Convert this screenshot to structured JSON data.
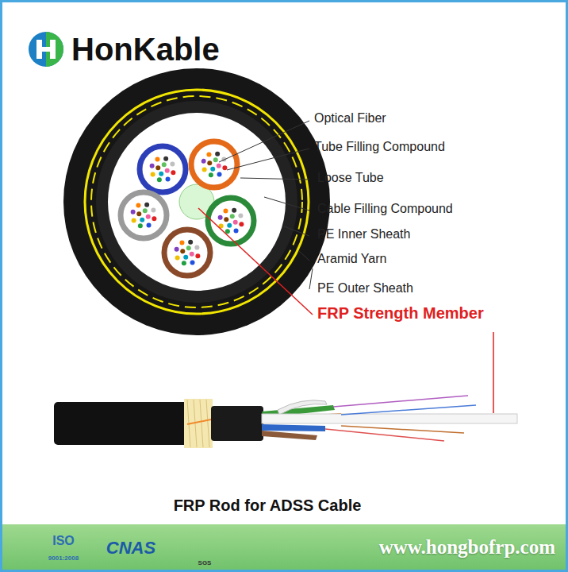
{
  "diagram": {
    "caption": "FRP Rod for ADSS Cable",
    "nodes": [
      {
        "text": [
          "www.hongbofrp.com"
        ]
      }
    ],
    "labels": [
      "HonKable",
      "Optical Fiber",
      "Tube Filling Compound",
      "Loose Tube",
      "Cable Filling Compound",
      "PE Inner Sheath",
      "Aramid Yarn",
      "PE Outer Sheath",
      "FRP Strength Member",
      "ISO",
      "9001:2008",
      "CNAS",
      "SGS"
    ]
  }
}
